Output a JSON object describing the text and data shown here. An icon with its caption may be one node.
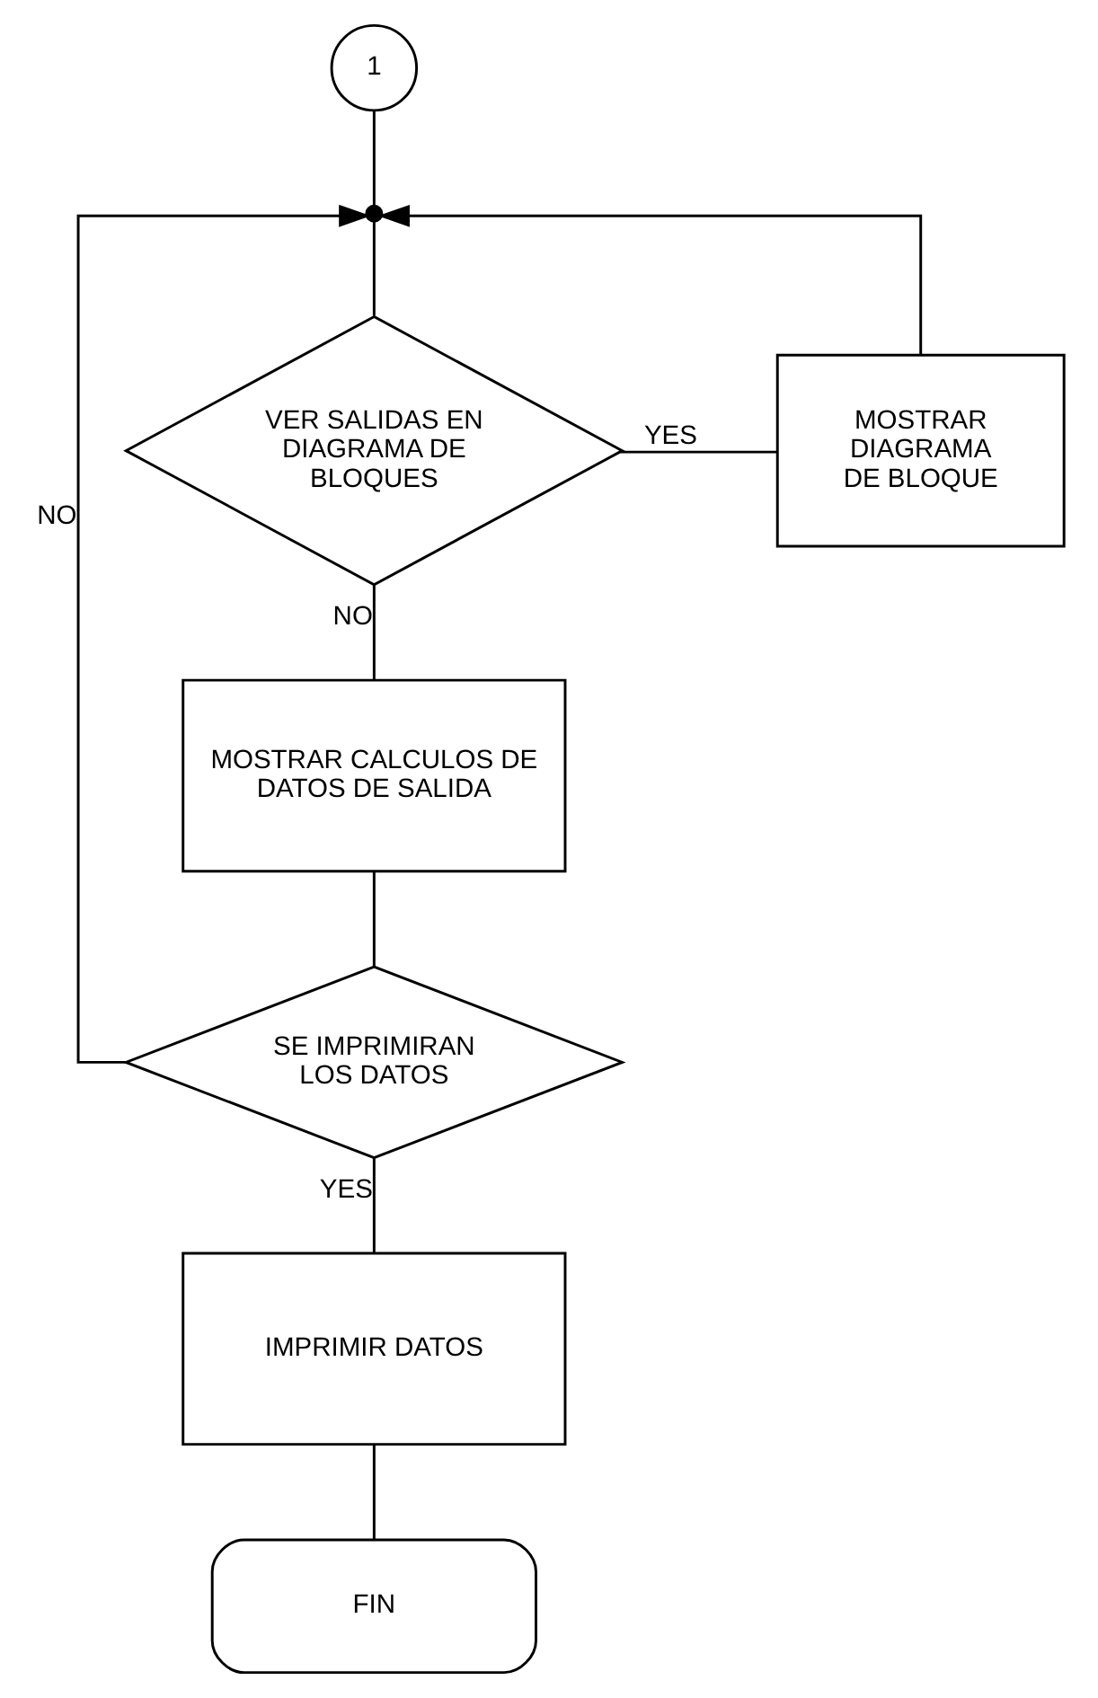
{
  "diagram": {
    "nodes": [
      {
        "text": [
          "1"
        ]
      },
      {
        "text": [],
        "shape": "point"
      },
      {
        "text": [
          "VER SALIDAS EN DIAGRAMA DE BLOQUES"
        ]
      },
      {
        "text": [
          "MOSTRAR DIAGRAMA DE BLOQUE"
        ]
      },
      {
        "text": [
          "MOSTRAR CALCULOS DE DATOS DE SALIDA"
        ]
      },
      {
        "text": [
          "SE IMPRIMIRAN LOS DATOS"
        ]
      },
      {
        "text": [
          "IMPRIMIR DATOS"
        ]
      },
      {
        "text": [
          "FIN"
        ]
      }
    ],
    "edges": [
      {
        "from": 0,
        "to": 1,
        "arrow": "none"
      },
      {
        "from": 1,
        "to": 2,
        "arrow": "none"
      },
      {
        "from": 2,
        "to": 3,
        "label": "YES",
        "arrow": "none"
      },
      {
        "from": 3,
        "to": 1,
        "arrow": "to"
      },
      {
        "from": 2,
        "to": 4,
        "label": "NO",
        "arrow": "none"
      },
      {
        "from": 4,
        "to": 5,
        "arrow": "none"
      },
      {
        "from": 5,
        "to": 1,
        "label": "NO",
        "arrow": "to"
      },
      {
        "from": 5,
        "to": 6,
        "label": "YES",
        "arrow": "none"
      },
      {
        "from": 6,
        "to": 7,
        "arrow": "none"
      }
    ]
  }
}
